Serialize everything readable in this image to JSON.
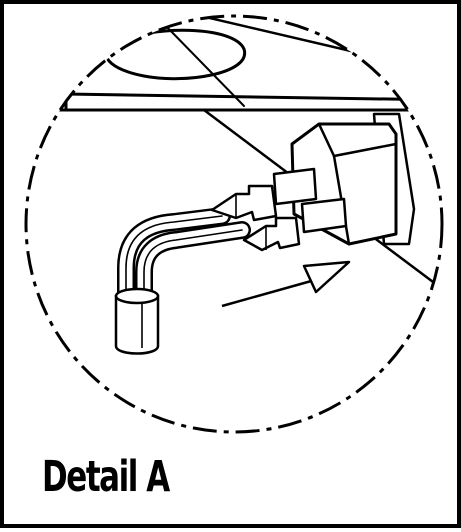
{
  "figure": {
    "caption": "Detail A",
    "line_color": "#000000",
    "background_color": "#ffffff",
    "callout_style": "dashed-circle",
    "icons": [
      "connector-plug",
      "wire-harness",
      "insertion-arrow",
      "socket-housing"
    ]
  }
}
